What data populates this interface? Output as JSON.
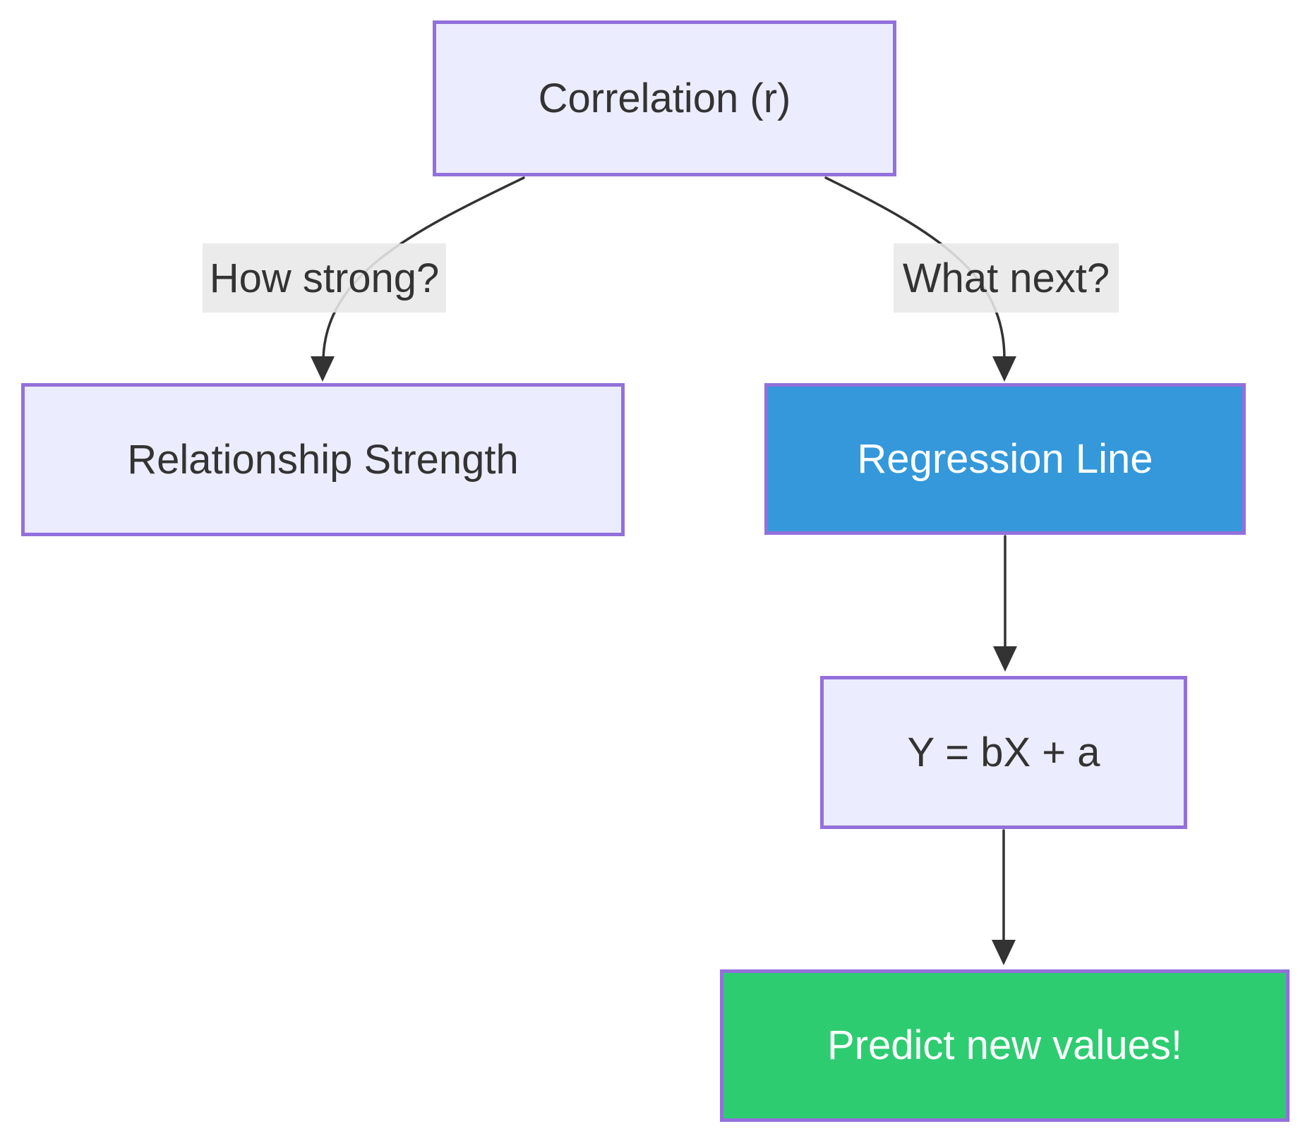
{
  "diagram": {
    "type": "flowchart",
    "direction": "top-down",
    "nodes": [
      {
        "id": "correlation",
        "label": "Correlation (r)",
        "fill": "#ECECFF",
        "text_color": "#333333"
      },
      {
        "id": "strength",
        "label": "Relationship Strength",
        "fill": "#ECECFF",
        "text_color": "#333333"
      },
      {
        "id": "regression",
        "label": "Regression Line",
        "fill": "#3498DB",
        "text_color": "#FFFFFF"
      },
      {
        "id": "formula",
        "label": "Y = bX + a",
        "fill": "#ECECFF",
        "text_color": "#333333"
      },
      {
        "id": "predict",
        "label": "Predict new values!",
        "fill": "#2ECC71",
        "text_color": "#FFFFFF"
      }
    ],
    "edges": [
      {
        "from": "correlation",
        "to": "strength",
        "label": "How strong?"
      },
      {
        "from": "correlation",
        "to": "regression",
        "label": "What next?"
      },
      {
        "from": "regression",
        "to": "formula",
        "label": ""
      },
      {
        "from": "formula",
        "to": "predict",
        "label": ""
      }
    ],
    "colors": {
      "node_border": "#9370DB",
      "edge": "#333333",
      "edge_label_bg": "#E8E8E8",
      "canvas": "#FFFFFF"
    }
  }
}
